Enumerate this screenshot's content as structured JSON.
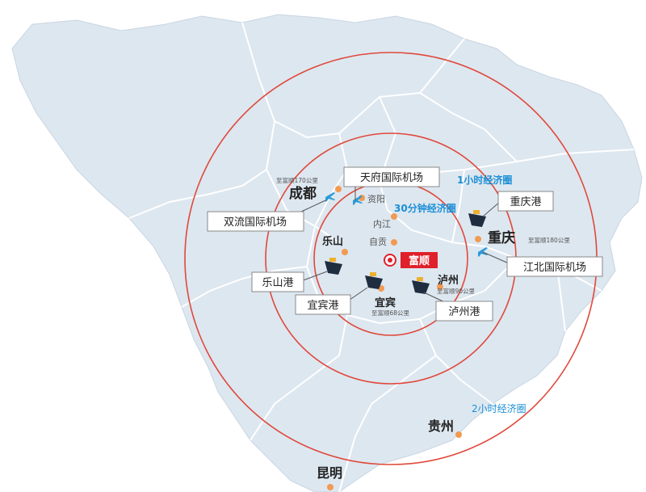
{
  "center": {
    "name": "富顺"
  },
  "rings": {
    "r30": "30分钟经济圈",
    "r1h": "1小时经济圈",
    "r2h": "2小时经济圈"
  },
  "cities": {
    "chengdu": "成都",
    "chongqing": "重庆",
    "leshan": "乐山",
    "yibin": "宜宾",
    "luzhou": "泸州",
    "guizhou": "贵州",
    "kunming": "昆明",
    "ziyang": "资阳",
    "neijiang": "内江",
    "zigong": "自贡"
  },
  "distances": {
    "chengdu": "至富顺170公里",
    "chongqing": "至富顺180公里",
    "yibin": "至富顺68公里",
    "luzhou": "至富顺90公里"
  },
  "callouts": {
    "tianfu_airport": "天府国际机场",
    "shuangliu_airport": "双流国际机场",
    "chongqing_port": "重庆港",
    "jiangbei_airport": "江北国际机场",
    "leshan_port": "乐山港",
    "yibin_port": "宜宾港",
    "luzhou_port": "泸州港"
  },
  "colors": {
    "land": "#dde7f0",
    "border": "#ffffff",
    "ring": "#e0483a",
    "ring_label": "#1b8fd6",
    "city_dot": "#f29a52",
    "badge": "#e0202a",
    "text_dark": "#222222",
    "text_gray": "#555555"
  }
}
